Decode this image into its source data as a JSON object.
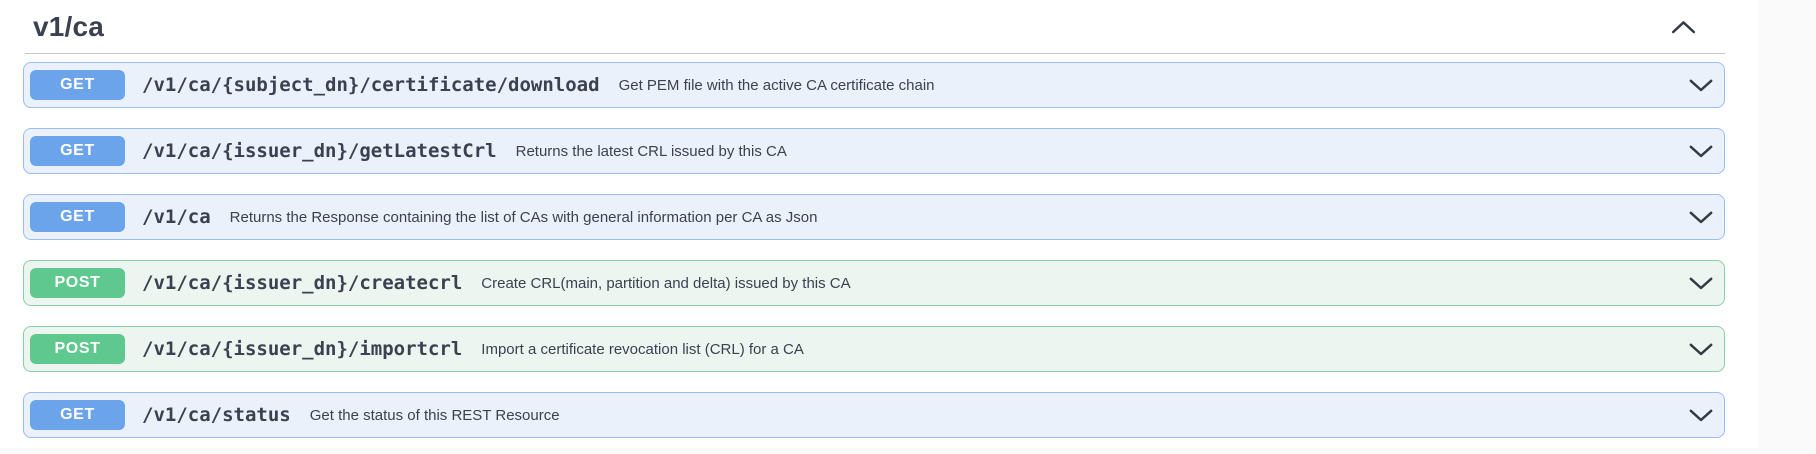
{
  "section": {
    "title": "v1/ca"
  },
  "icons": {
    "section_collapse": "chevron-up-icon",
    "row_expand": "chevron-down-icon"
  },
  "colors": {
    "page_bg": "#fafafa",
    "panel_bg": "#ffffff",
    "text": "#3b4151",
    "divider": "#c5c7cd",
    "get_badge": "#6ba4ea",
    "get_bg": "#eaf1fa",
    "get_border": "#9cbdf0",
    "post_badge": "#5ec88f",
    "post_bg": "#ecf5ef",
    "post_border": "#89cfa5",
    "chevron": "#333a44"
  },
  "operations": [
    {
      "method": "GET",
      "path": "/v1/ca/{subject_dn}/certificate/download",
      "description": "Get PEM file with the active CA certificate chain"
    },
    {
      "method": "GET",
      "path": "/v1/ca/{issuer_dn}/getLatestCrl",
      "description": "Returns the latest CRL issued by this CA"
    },
    {
      "method": "GET",
      "path": "/v1/ca",
      "description": "Returns the Response containing the list of CAs with general information per CA as Json"
    },
    {
      "method": "POST",
      "path": "/v1/ca/{issuer_dn}/createcrl",
      "description": "Create CRL(main, partition and delta) issued by this CA"
    },
    {
      "method": "POST",
      "path": "/v1/ca/{issuer_dn}/importcrl",
      "description": "Import a certificate revocation list (CRL) for a CA"
    },
    {
      "method": "GET",
      "path": "/v1/ca/status",
      "description": "Get the status of this REST Resource"
    }
  ]
}
